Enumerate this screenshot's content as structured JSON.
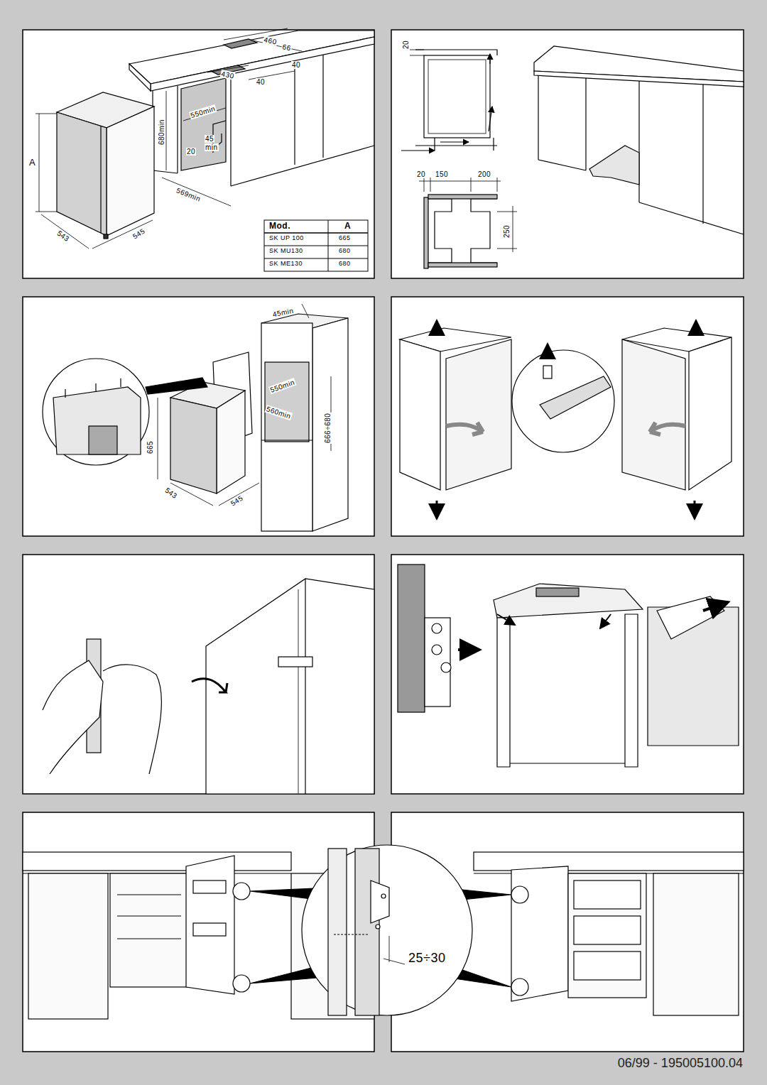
{
  "diagram": {
    "labels": [
      "460",
      "66",
      "430",
      "40",
      "40",
      "550min",
      "680min",
      "20",
      "45",
      "min",
      "A",
      "543",
      "545",
      "569min",
      "Mod.",
      "A",
      "SK UP 100",
      "665",
      "SK MU130",
      "680",
      "SK ME130",
      "680",
      "20",
      "20",
      "150",
      "200",
      "250",
      "45min",
      "550min",
      "560min",
      "666÷680",
      "665",
      "543",
      "545",
      "25÷30",
      "06/99 - 195005100.04"
    ]
  }
}
